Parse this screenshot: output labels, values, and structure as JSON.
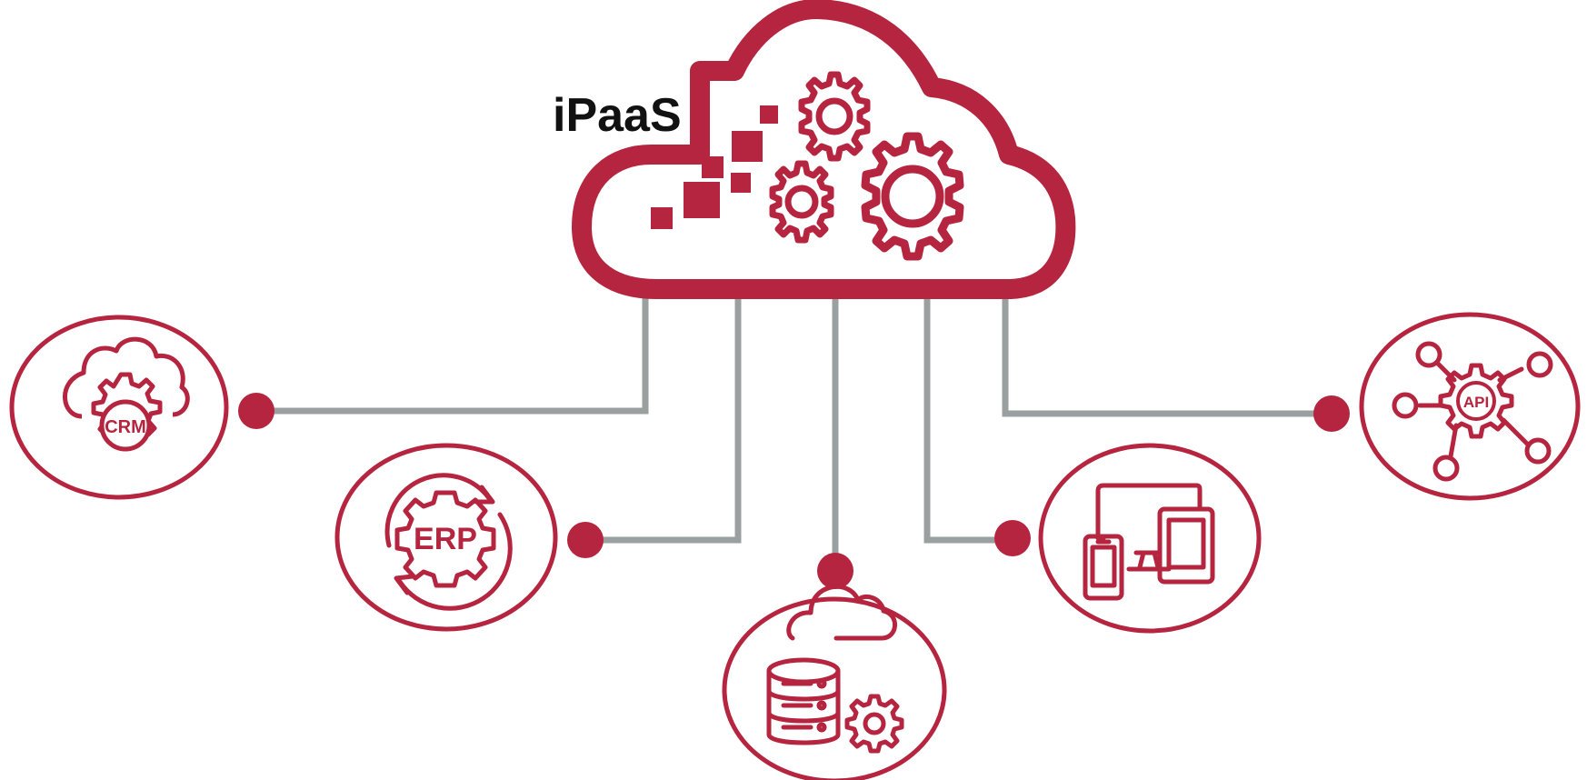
{
  "title": "iPaaS",
  "colors": {
    "accent": "#b5253f",
    "connector": "#9aa0a0",
    "title": "#111111",
    "background": "#ffffff"
  },
  "nodes": [
    {
      "id": "crm",
      "label": "CRM",
      "icon": "crm-gear-icon"
    },
    {
      "id": "erp",
      "label": "ERP",
      "icon": "erp-cycle-icon"
    },
    {
      "id": "data",
      "label": "",
      "icon": "database-cloud-gear-icon"
    },
    {
      "id": "devices",
      "label": "",
      "icon": "devices-icon"
    },
    {
      "id": "api",
      "label": "API",
      "icon": "api-network-icon"
    }
  ]
}
